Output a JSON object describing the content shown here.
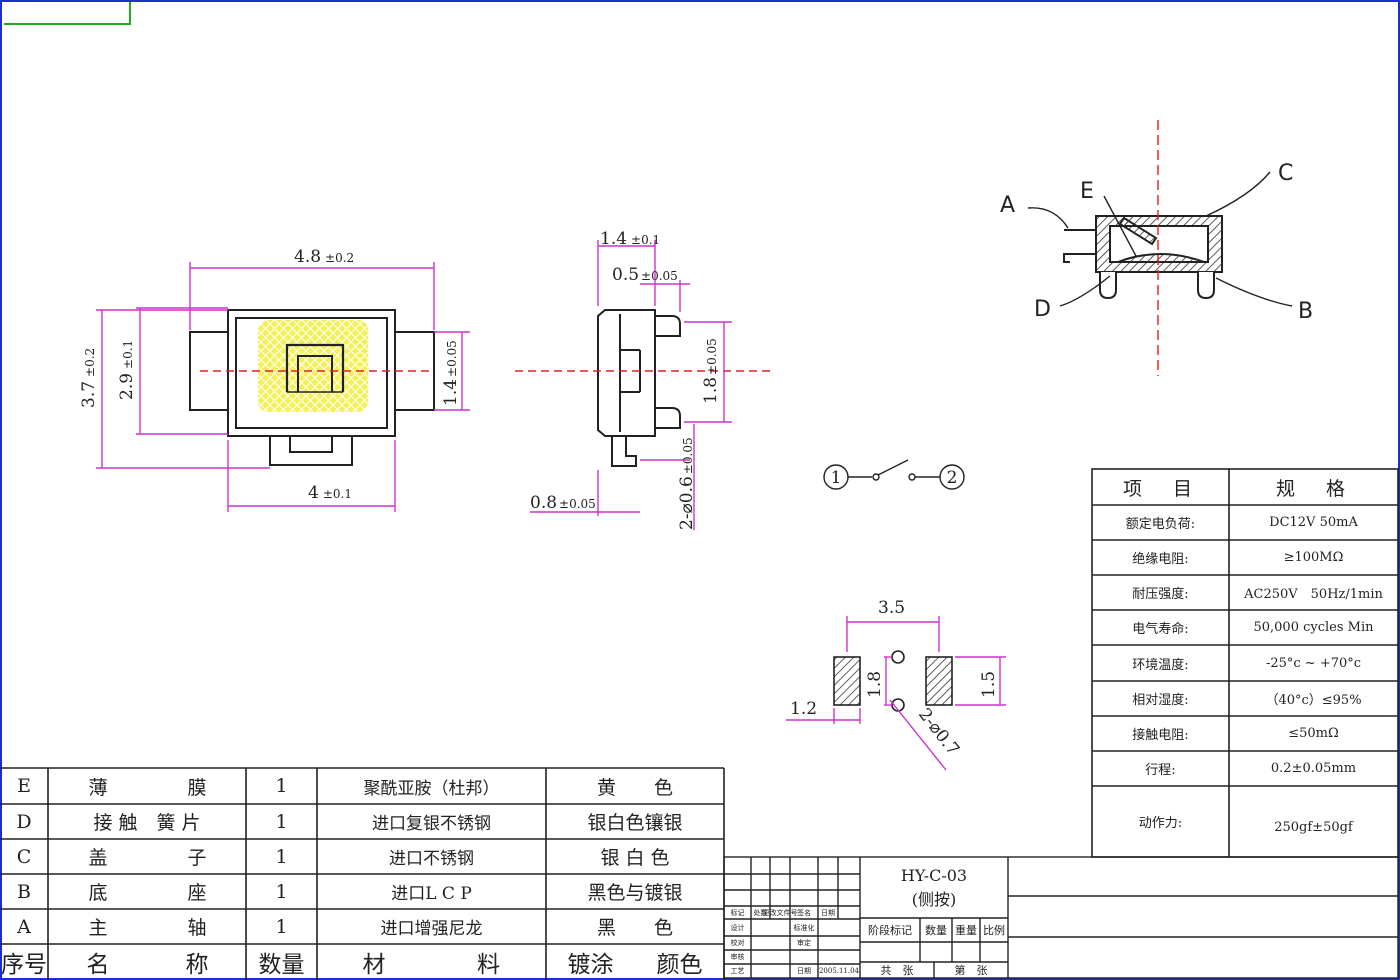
{
  "part_number": "HY-C-03",
  "part_variant": "(侧按)",
  "front_view": {
    "width_total": "4.8",
    "width_total_tol": "±0.2",
    "height_total": "3.7",
    "height_total_tol": "±0.2",
    "height_body": "2.9",
    "height_body_tol": "±0.1",
    "lead_width": "1.4",
    "lead_width_tol": "±0.05",
    "bottom_width": "4",
    "bottom_width_tol": "±0.1"
  },
  "side_view": {
    "depth_total": "1.4",
    "depth_total_tol": "±0.1",
    "plunger_protrusion": "0.5",
    "plunger_protrusion_tol": "±0.05",
    "plunger_span": "1.8",
    "plunger_span_tol": "±0.05",
    "lead_thickness": "0.8",
    "lead_thickness_tol": "±0.05",
    "pin_diameter": "2-⌀0.6",
    "pin_diameter_tol": "±0.05"
  },
  "section_view": {
    "labels": [
      "A",
      "B",
      "C",
      "D",
      "E"
    ]
  },
  "schematic": {
    "pin1": "1",
    "pin2": "2"
  },
  "footprint": {
    "pad_pitch": "3.5",
    "pad_width": "1.2",
    "pad_height": "1.5",
    "hole_spacing": "1.8",
    "hole_diameter": "2-⌀0.7"
  },
  "bom": {
    "header": {
      "index": "序号",
      "name_1": "名",
      "name_2": "称",
      "qty": "数量",
      "material_1": "材",
      "material_2": "料",
      "finish_1": "镀涂",
      "finish_2": "颜色"
    },
    "rows": [
      {
        "id": "E",
        "name_a": "薄",
        "name_b": "膜",
        "qty": "1",
        "material": "聚酰亚胺（杜邦）",
        "finish": "黄　　色"
      },
      {
        "id": "D",
        "name_a": "接 触　簧 片",
        "name_b": "",
        "qty": "1",
        "material": "进口复银不锈钢",
        "finish": "银白色镶银"
      },
      {
        "id": "C",
        "name_a": "盖",
        "name_b": "子",
        "qty": "1",
        "material": "进口不锈钢",
        "finish": "银 白 色"
      },
      {
        "id": "B",
        "name_a": "底",
        "name_b": "座",
        "qty": "1",
        "material": "进口L C P",
        "finish": "黑色与镀银"
      },
      {
        "id": "A",
        "name_a": "主",
        "name_b": "轴",
        "qty": "1",
        "material": "进口增强尼龙",
        "finish": "黑　　色"
      }
    ]
  },
  "specs": {
    "header": {
      "item": "项　目",
      "spec": "规　格"
    },
    "rows": [
      {
        "item": "额定电负荷:",
        "value": "DC12V 50mA"
      },
      {
        "item": "绝缘电阻:",
        "value": "≥100MΩ"
      },
      {
        "item": "耐压强度:",
        "value": "AC250V　50Hz/1min"
      },
      {
        "item": "电气寿命:",
        "value": "50,000 cycles Min"
      },
      {
        "item": "环境温度:",
        "value": "-25°c ~ +70°c"
      },
      {
        "item": "相对湿度:",
        "value": "（40°c）≤95%"
      },
      {
        "item": "接触电阻:",
        "value": "≤50mΩ"
      },
      {
        "item": "行程:",
        "value": "0.2±0.05mm"
      },
      {
        "item": "动作力:",
        "value": "250gf±50gf"
      }
    ]
  },
  "title_block": {
    "rev_headers": [
      "标记",
      "处数",
      "更改文件号",
      "签名",
      "日期"
    ],
    "row_design": "设计",
    "row_standard": "标准化",
    "row_check": "校对",
    "row_review": "审定",
    "row_audit": "审核",
    "row_process": "工艺",
    "row_date": "日期",
    "date_value": "2005.11.04",
    "stage_mark": "阶段标记",
    "quantity": "数量",
    "weight": "重量",
    "scale": "比例",
    "total_sheets": "共　张",
    "sheet_no": "第　张"
  },
  "colors": {
    "dimension": "#cc33cc",
    "outline": "#222222",
    "centerline": "#e02020",
    "film": "#f4f05a",
    "frame": "#1a2fd0",
    "corner_mark": "#22aa22"
  }
}
